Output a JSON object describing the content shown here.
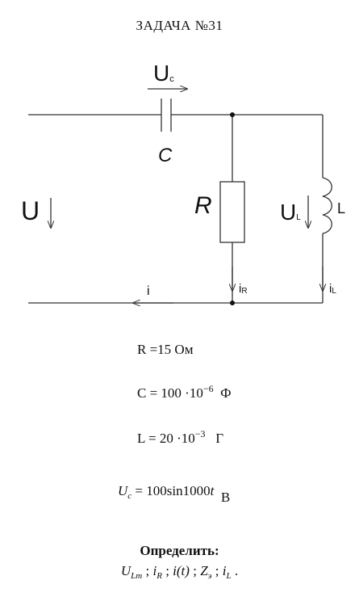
{
  "title": "ЗАДАЧА №31",
  "diagram": {
    "labels": {
      "source_voltage": "U",
      "cap_voltage_main": "U",
      "cap_voltage_sub": "c",
      "capacitor": "C",
      "resistor": "R",
      "inductor_voltage_main": "U",
      "inductor_voltage_sub": "L",
      "inductor": "L",
      "current_total": "i",
      "current_r_main": "i",
      "current_r_sub": "R",
      "current_l_main": "i",
      "current_l_sub": "L"
    }
  },
  "params": {
    "r": {
      "label": "R =15 Ом"
    },
    "c": {
      "base": "C = 100 ·10",
      "exp": "−6",
      "unit": "Ф"
    },
    "l": {
      "base": "L = 20 ·10",
      "exp": "−3",
      "unit": "Г"
    },
    "uc": {
      "sym": "U",
      "sub": "c",
      "expr": " = 100sin1000",
      "t": "t",
      "unit": "В"
    }
  },
  "determine": {
    "heading": "Определить:",
    "unknowns": [
      {
        "main": "U",
        "sub": "Lm"
      },
      {
        "main": "i",
        "sub": "R"
      },
      {
        "main": "i(t)",
        "sub": ""
      },
      {
        "main": "Z",
        "sub": "э"
      },
      {
        "main": "i",
        "sub": "L"
      }
    ],
    "separator": " ; ",
    "end": " ."
  }
}
